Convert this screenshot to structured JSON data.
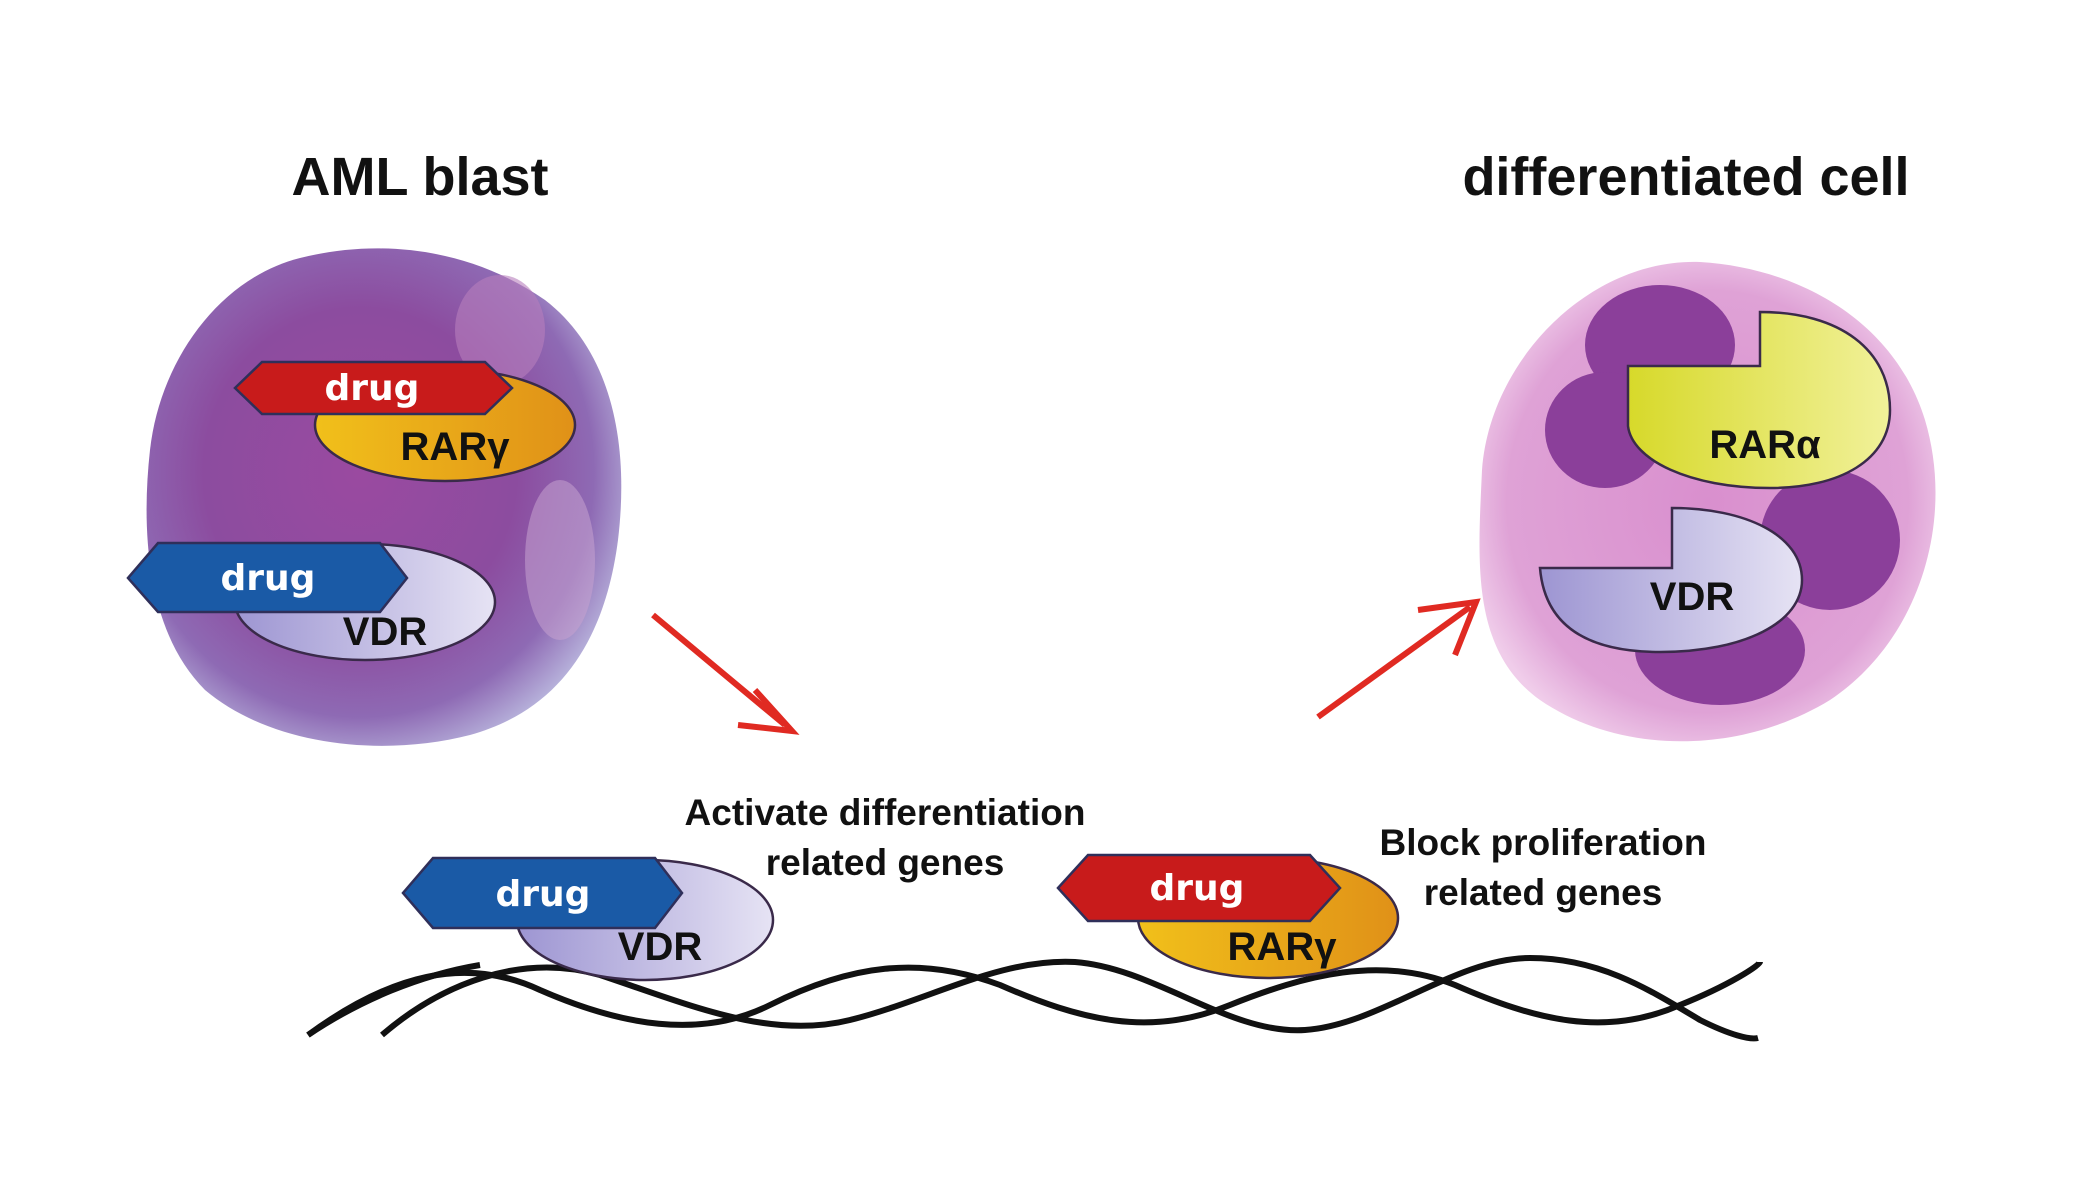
{
  "cells": {
    "left_title": "AML blast",
    "right_title": "differentiated cell"
  },
  "labels": {
    "drug": "drug",
    "rar_gamma": "RARγ",
    "rar_alpha": "RARα",
    "vdr": "VDR"
  },
  "gene_effects": {
    "activate_line1": "Activate differentiation",
    "activate_line2": "related genes",
    "block_line1": "Block proliferation",
    "block_line2": "related genes"
  },
  "colors": {
    "drug_red": "#c81b1b",
    "drug_blue": "#1a5aa6",
    "rar_gamma": "#e7a81a",
    "rar_alpha": "#e2e02a",
    "vdr": "#a7a0d6",
    "arrow": "#e02a22",
    "aml_cell": "#8a4a9c",
    "diff_cell": "#d99ad4"
  }
}
